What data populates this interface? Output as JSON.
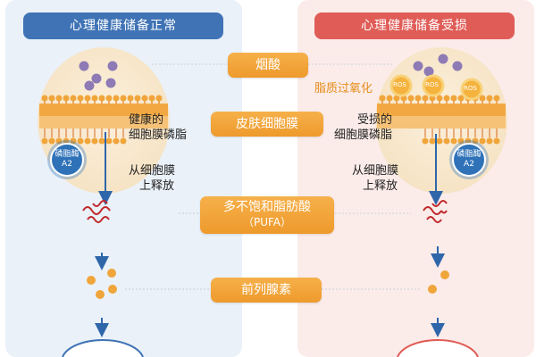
{
  "left_title": "心理健康储备正常",
  "right_title": "心理健康储备受损",
  "center": {
    "niacin": "烟酸",
    "skin_membrane": "皮肤细胞膜",
    "pufa_line1": "多不饱和脂肪酸",
    "pufa_line2": "（PUFA）",
    "prostaglandin": "前列腺素"
  },
  "left": {
    "membrane_label_1": "健康的",
    "membrane_label_2": "细胞膜磷脂",
    "release_1": "从细胞膜",
    "release_2": "上释放",
    "enzyme_1": "磷脂酶",
    "enzyme_2": "A2"
  },
  "right": {
    "lipid_peroxidation": "脂质过氧化",
    "ros": "ROS",
    "membrane_label_1": "受损的",
    "membrane_label_2": "细胞膜磷脂",
    "release_1": "从细胞膜",
    "release_2": "上释放",
    "enzyme_1": "磷脂酶",
    "enzyme_2": "A2"
  },
  "colors": {
    "blue": "#3f73b5",
    "red": "#e05c57",
    "orange": "#ee9a2c",
    "membrane": "#f0a53a"
  }
}
